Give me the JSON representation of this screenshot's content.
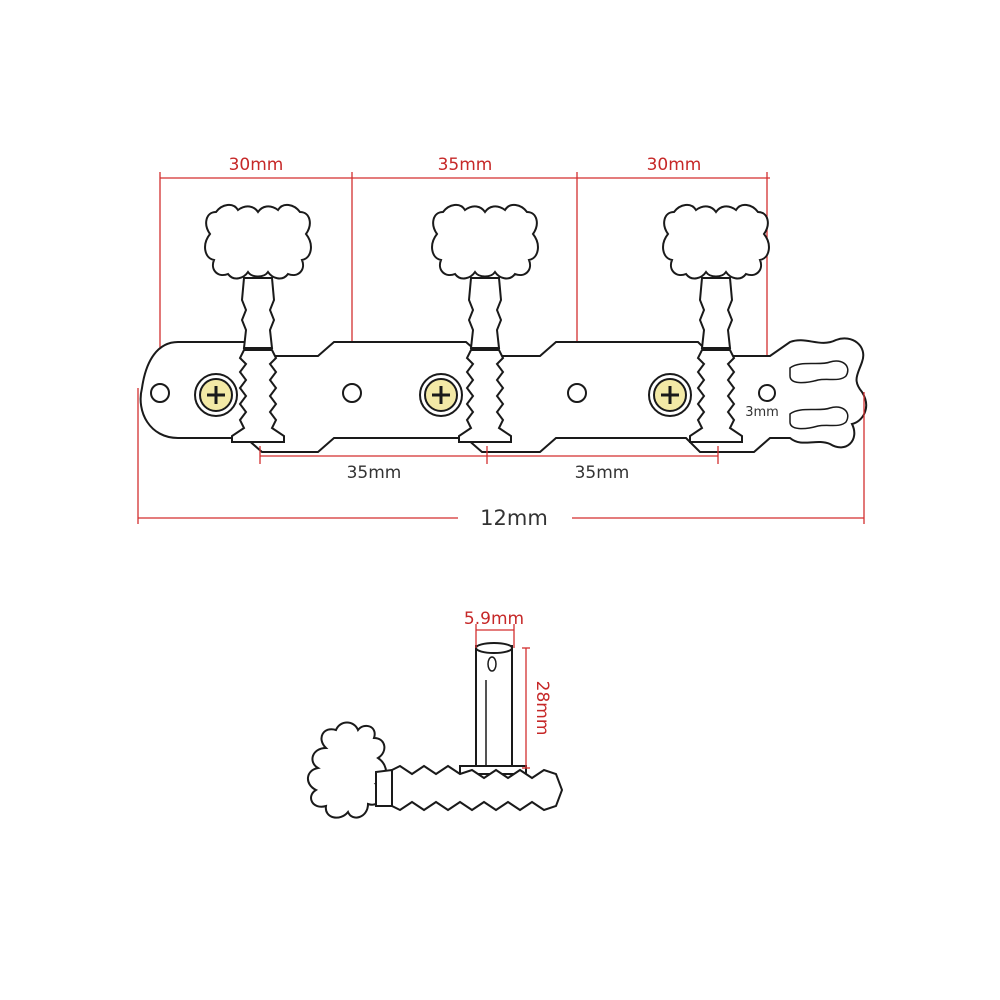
{
  "diagram": {
    "top_dimensions": [
      "30mm",
      "35mm",
      "30mm"
    ],
    "bottom_dimensions": [
      "35mm",
      "35mm"
    ],
    "overall_length": "12mm",
    "hole_diameter": "3mm",
    "post_width": "5.9mm",
    "post_height": "28mm",
    "colors": {
      "dimension_red": "#d32f2f",
      "outline": "#1a1a1a",
      "screw_fill": "#f3e9a6"
    }
  }
}
